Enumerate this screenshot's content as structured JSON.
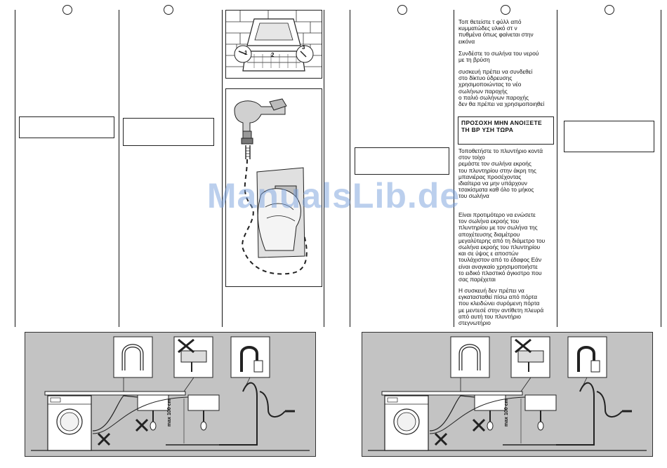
{
  "text": {
    "p1": "Τοπ  θετείστε τ  φύλλ   από\n  κυμματώδες υλικό   στ  ν\nπυθμένα  όπως φαίνεται στην\nεικόνα",
    "p2": "Συνδέστε το σωλήνα του νερού\nμε τη βρύση",
    "p3": "   συσκευή πρέπει να συνδεθεί\nστο δίκτυο ύδρευσης\nχρησιμοποιώντας το νέο\nσωλήνων παροχής\n   ο παλιό      σωλήνων παροχής\nδεν θα πρέπει να χρησιμοποιηθεί",
    "warning": "ΠΡΟΣΟΧΗ\nΜΗΝ ΑΝΟΙΞΕΤΕ ΤΗ ΒΡ\nΥΣΗ ΤΩΡΑ",
    "p4": "Τοποθετήστε το πλυντήριο κοντά\nστον τοίχο\n   ρεμάστε τον σωλήνα εκροής\nτου πλυντηρίου στην άκρη της\nμπανιέρας  προσέχοντας\nιδιαίτερα να μην υπάρχουν\nτσακίσματα καθ  όλο το μήκος\nτου σωλήνα",
    "p5": "Είναι προτιμότερο να ενώσετε\nτον σωλήνα εκροής του\nπλυντηρίου με τον σωλήνα της\nαποχέτευσης  διαμέτρου\nμεγαλύτερης από τη διάμετρο του\nσωλήνα εκροής του πλυντηρίου\nκαι σε ύψος      ε  αποστών\nτουλάχιστον από το έδαφος  Εάν\nείναι αναγκαίο  χρησιμοποιήστε\nτο ειδικό πλαστικό άγκιστρο που\nσας παρέχεται",
    "p6": "Η συσκευή δεν πρέπει να\nεγκατασταθεί πίσω από πόρτα\nπου κλειδώνει  συρόμενη πόρτα\nμε μεντεσέ στην αντίθετη πλευρά\nαπό αυτή του πλυντήριο\nστεγνωτήριο"
  },
  "figure_labels": {
    "step1": "1",
    "step2": "2",
    "step3": "3",
    "height": "max 100 cm"
  },
  "watermark": "ManualsLib.de",
  "icons": [
    "page-circle-icon",
    "hose-hook-icon",
    "crossed-out-icon",
    "siphon-icon",
    "tap-icon",
    "hand-icon"
  ],
  "colors": {
    "panel": "#c3c3c3",
    "watermark": "#78a0dc"
  }
}
